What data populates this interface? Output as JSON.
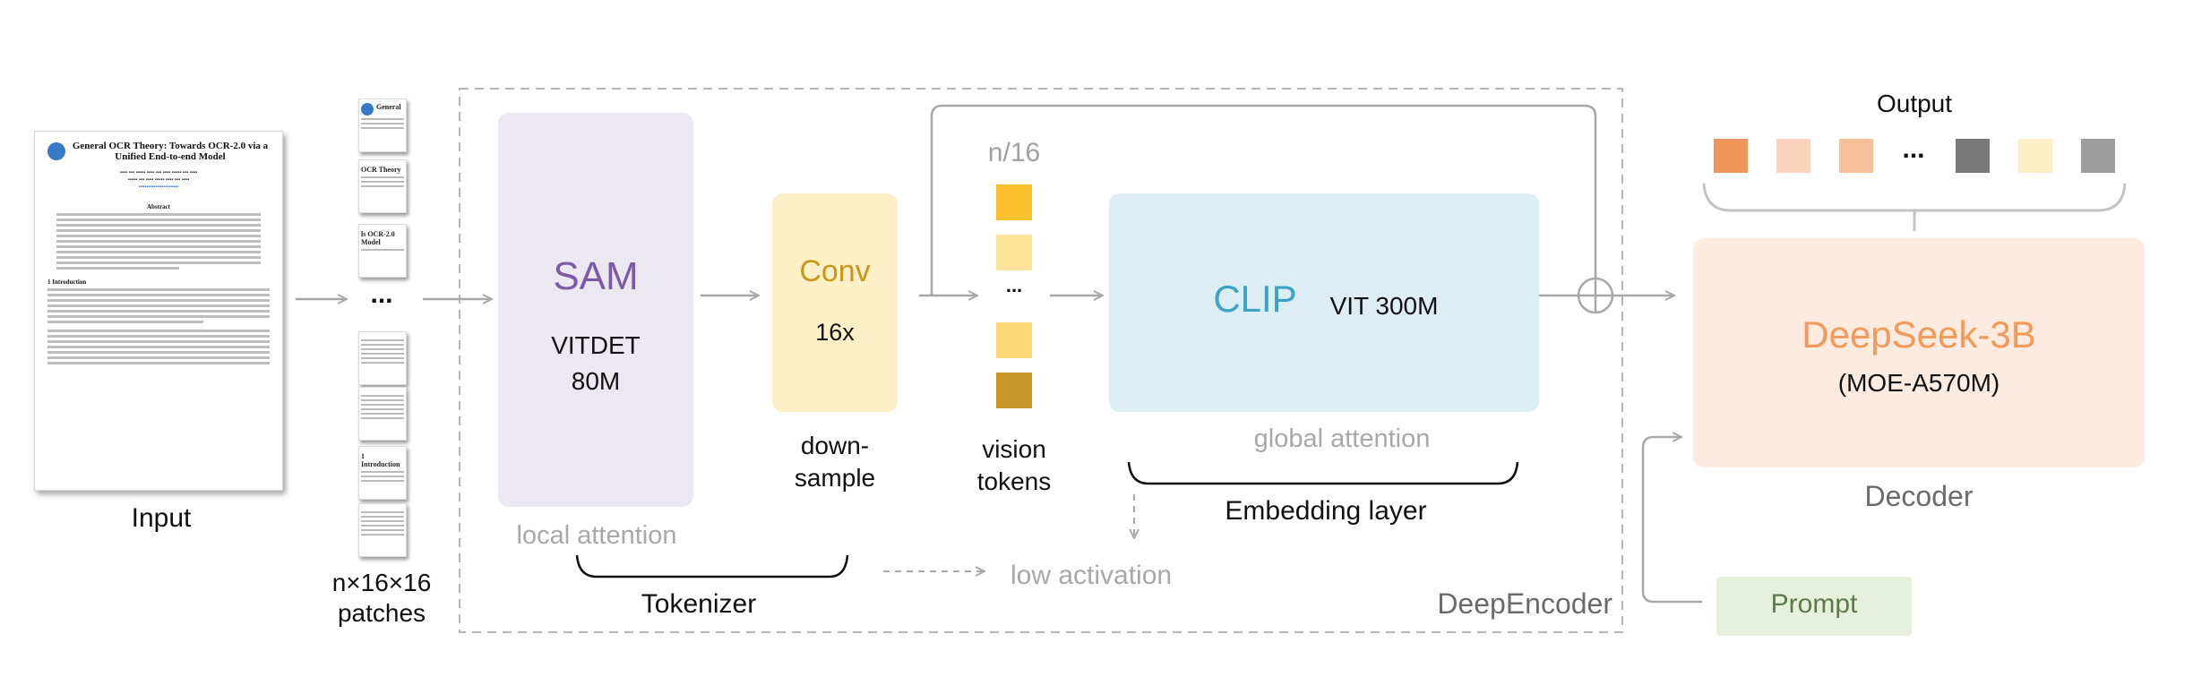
{
  "input": {
    "label": "Input",
    "paper_title": "General OCR Theory: Towards OCR-2.0 via a Unified End-to-end Model",
    "abstract_heading": "Abstract",
    "section_heading": "1   Introduction"
  },
  "patches": {
    "label_line1": "n×16×16",
    "label_line2": "patches",
    "ellipsis": "...",
    "snippets": [
      "General",
      "OCR Theory",
      "ls OCR-2.0",
      "Model",
      "",
      "",
      "1 Introduction",
      ""
    ]
  },
  "encoder": {
    "name": "DeepEncoder",
    "sam": {
      "title": "SAM",
      "line1": "VITDET",
      "line2": "80M",
      "caption": "local attention"
    },
    "conv": {
      "title": "Conv",
      "line1": "16x",
      "caption_line1": "down-",
      "caption_line2": "sample"
    },
    "tokenizer_label": "Tokenizer",
    "tokens": {
      "header": "n/16",
      "ellipsis": "...",
      "caption_line1": "vision",
      "caption_line2": "tokens",
      "colors": [
        "#fbc02d",
        "#fde49a",
        "#fcd877",
        "#c8962a"
      ]
    },
    "clip": {
      "title": "CLIP",
      "subtitle": "VIT 300M",
      "caption": "global attention"
    },
    "embedding_label": "Embedding layer",
    "low_activation": "low activation"
  },
  "decoder": {
    "title": "DeepSeek-3B",
    "subtitle": "(MOE-A570M)",
    "label": "Decoder",
    "output_label": "Output",
    "output_ellipsis": "...",
    "output_colors": [
      "#f0965a",
      "#fbd2bd",
      "#f7bf9a",
      "#7a7a7a",
      "#fdf0c6",
      "#9e9e9e"
    ],
    "prompt": "Prompt"
  },
  "colors": {
    "sam_box": "#ece8f2",
    "sam_text": "#7b5ba6",
    "conv_box": "#fdefc6",
    "conv_text": "#c9961c",
    "clip_box": "#dcedf3",
    "clip_text": "#3ba3c5",
    "decoder_box": "#fdebdf",
    "decoder_text": "#f29a5a",
    "prompt_box": "#e6f0dd",
    "prompt_text": "#5b7b47"
  }
}
